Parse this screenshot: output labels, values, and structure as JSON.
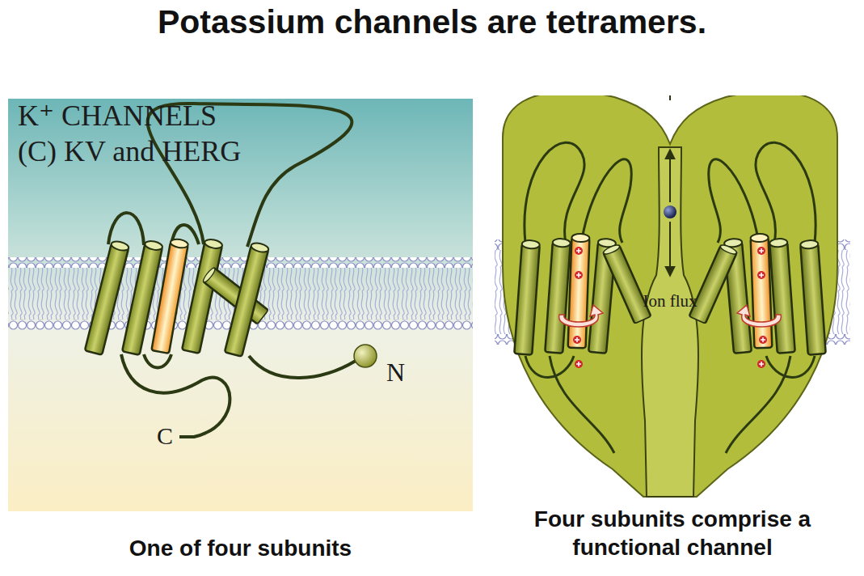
{
  "diagram": {
    "title": "Potassium channels are tetramers.",
    "nodes": [
      {
        "text": [
          "K⁺ CHANNELS",
          "(C) KV and HERG",
          "One of four subunits"
        ]
      },
      {
        "text": [
          "Four subunits comprise a functional channel"
        ]
      }
    ],
    "labels": [
      "N",
      "C",
      "Ion flux"
    ]
  }
}
